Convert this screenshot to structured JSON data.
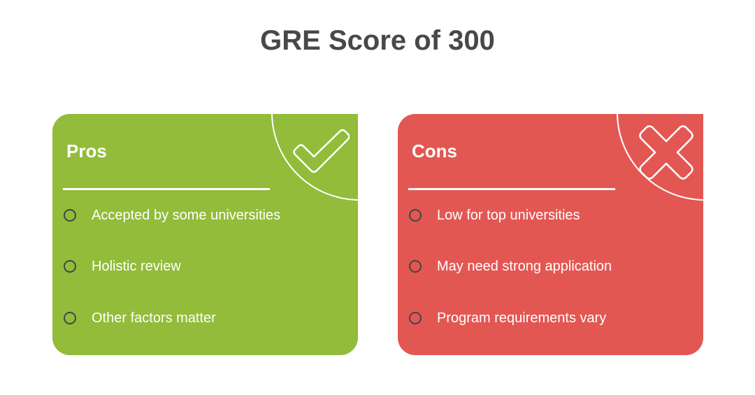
{
  "title": "GRE Score of 300",
  "colors": {
    "pros_bg": "#92BC3A",
    "cons_bg": "#E35753",
    "title_text": "#484848",
    "bullet_ring": "#444444",
    "text_on_card": "#ffffff"
  },
  "pros": {
    "heading": "Pros",
    "icon": "check-icon",
    "items": [
      {
        "label": "Accepted by some universities"
      },
      {
        "label": "Holistic review"
      },
      {
        "label": "Other factors matter"
      }
    ]
  },
  "cons": {
    "heading": "Cons",
    "icon": "x-icon",
    "items": [
      {
        "label": "Low for top universities"
      },
      {
        "label": "May need strong application"
      },
      {
        "label": "Program requirements vary"
      }
    ]
  }
}
